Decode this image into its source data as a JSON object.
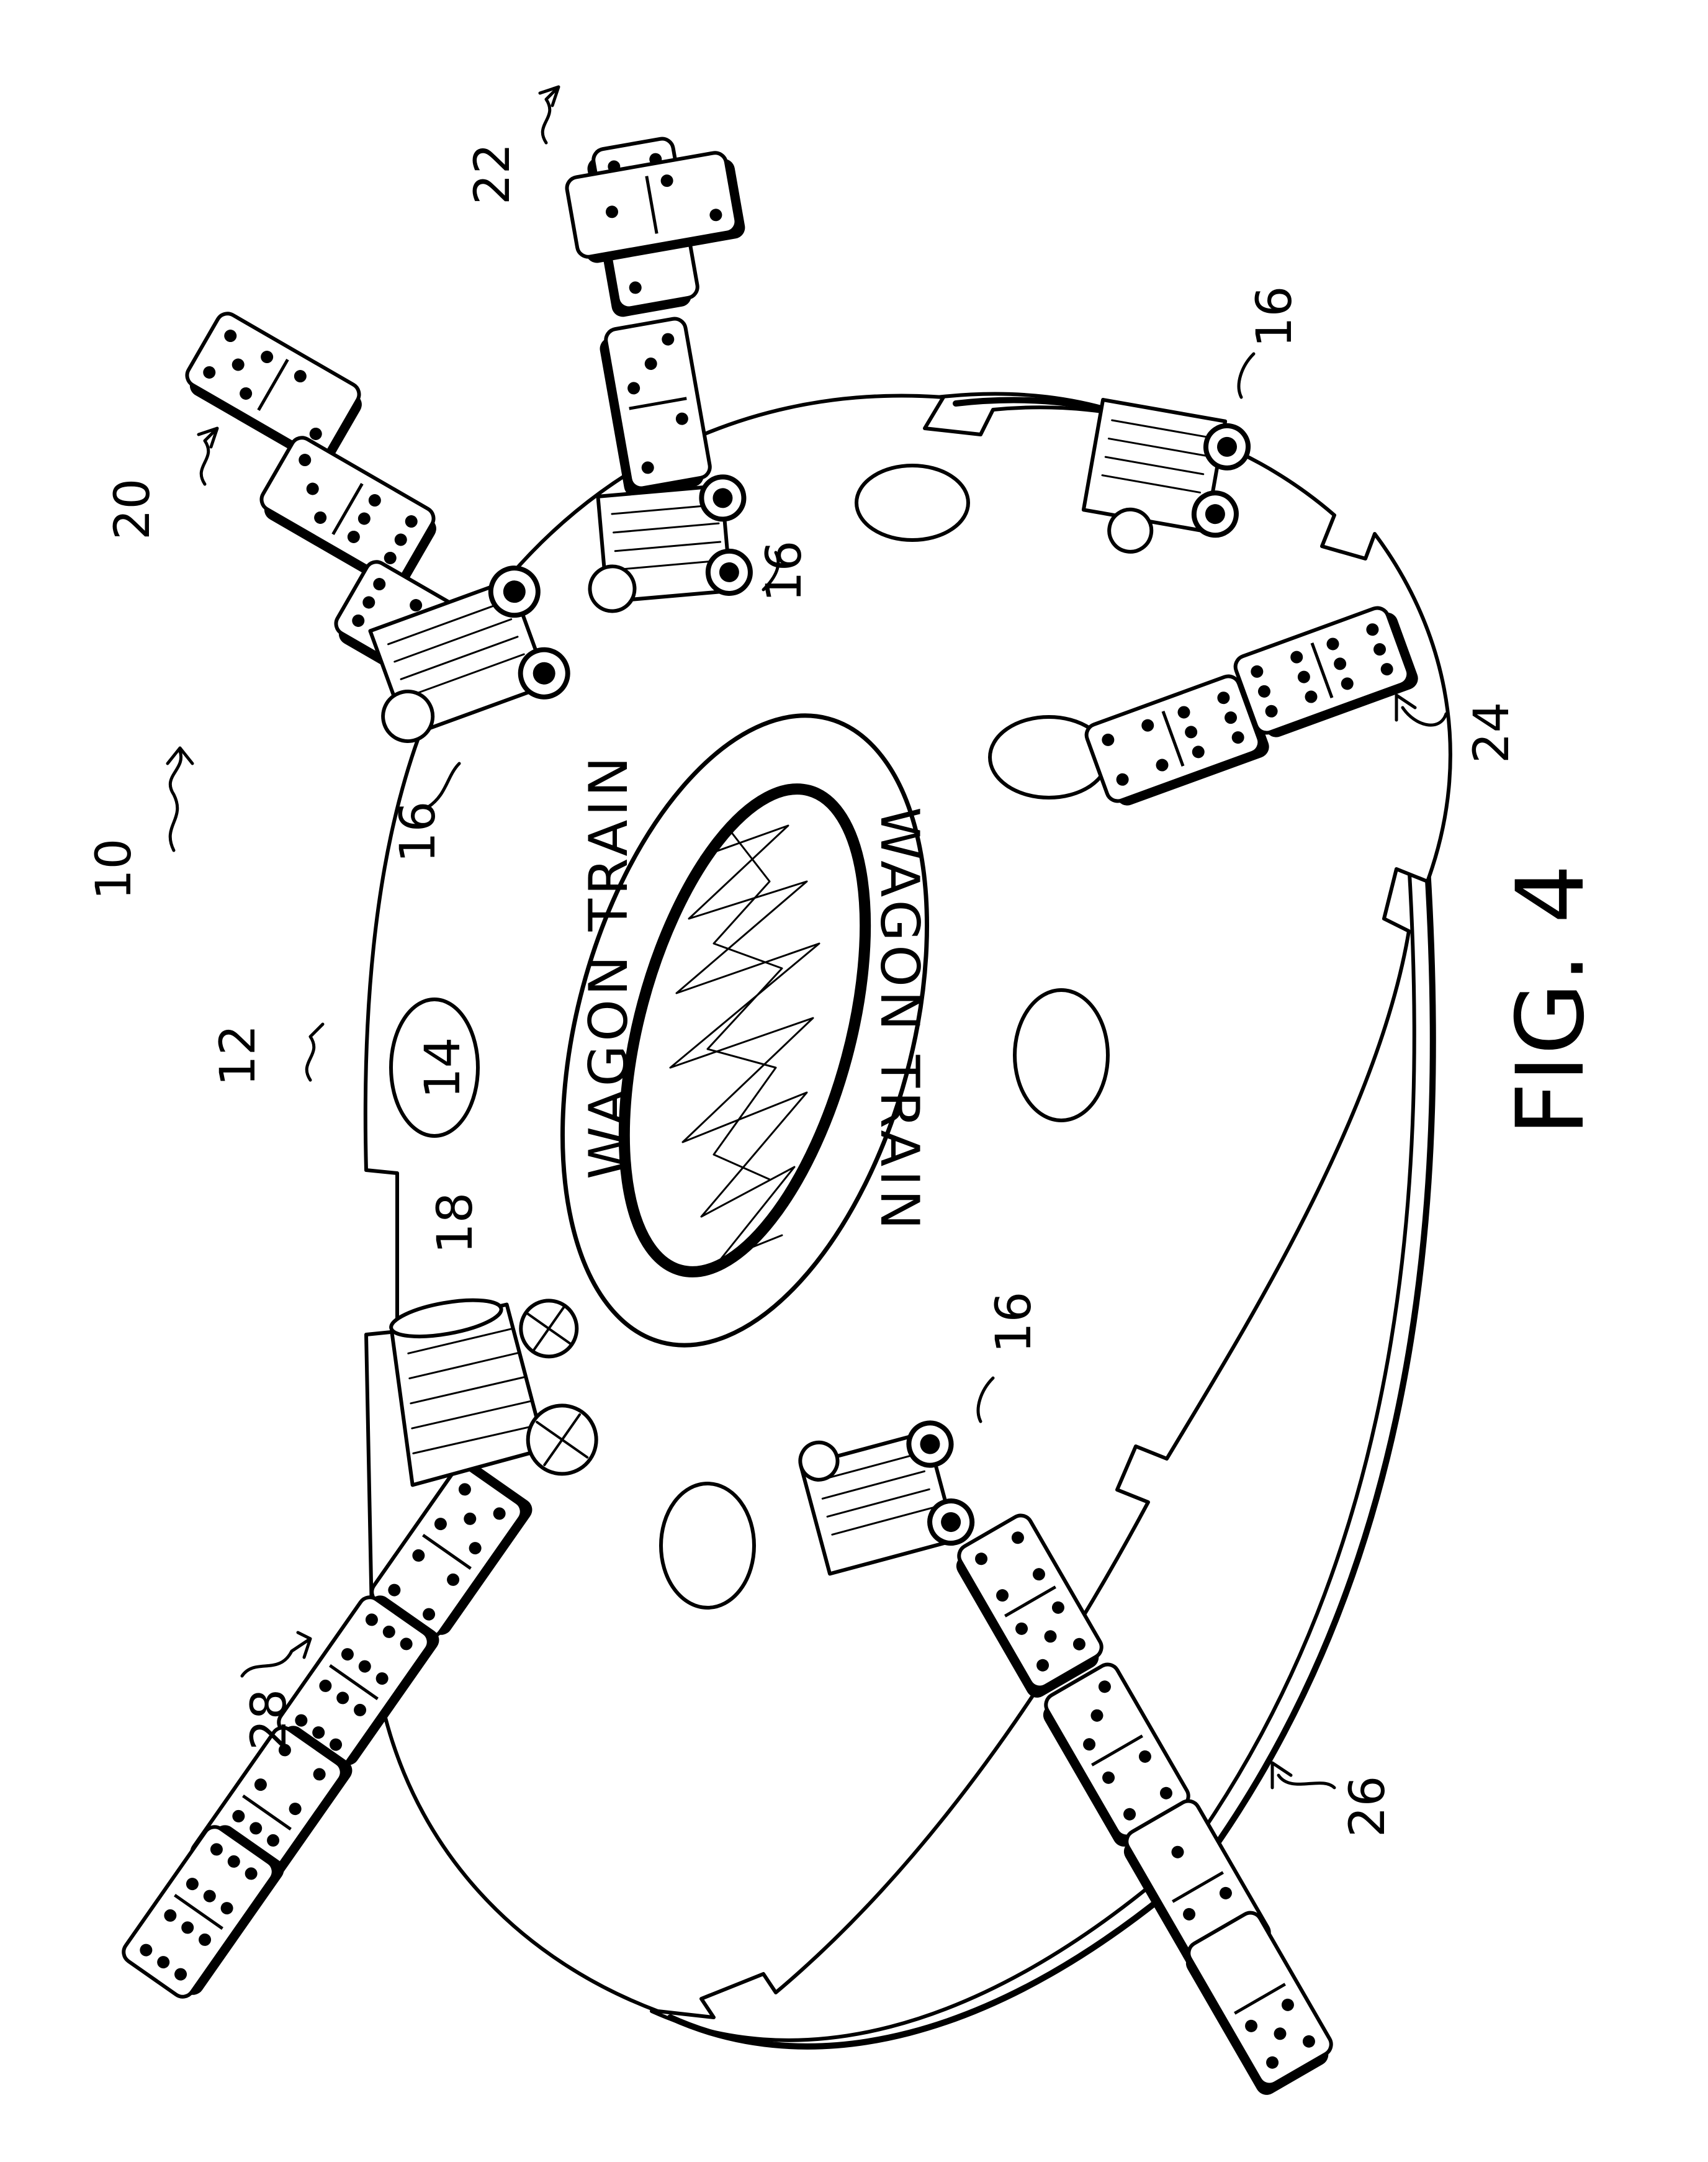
{
  "figure": {
    "label": "FIG. 4"
  },
  "board": {
    "hub_text": [
      "WAGON TRAIN",
      "WAGON TRAIN"
    ]
  },
  "reference_numerals": {
    "assembly": "10",
    "board": "12",
    "space": "14",
    "wagon_top": "16",
    "wagon_right_top": "16",
    "wagon_inner": "16",
    "wagon_bottom": "16",
    "cart": "18",
    "train_upper_left": "20",
    "train_top": "22",
    "train_right": "24",
    "train_lower_right": "26",
    "train_lower_left": "28"
  }
}
